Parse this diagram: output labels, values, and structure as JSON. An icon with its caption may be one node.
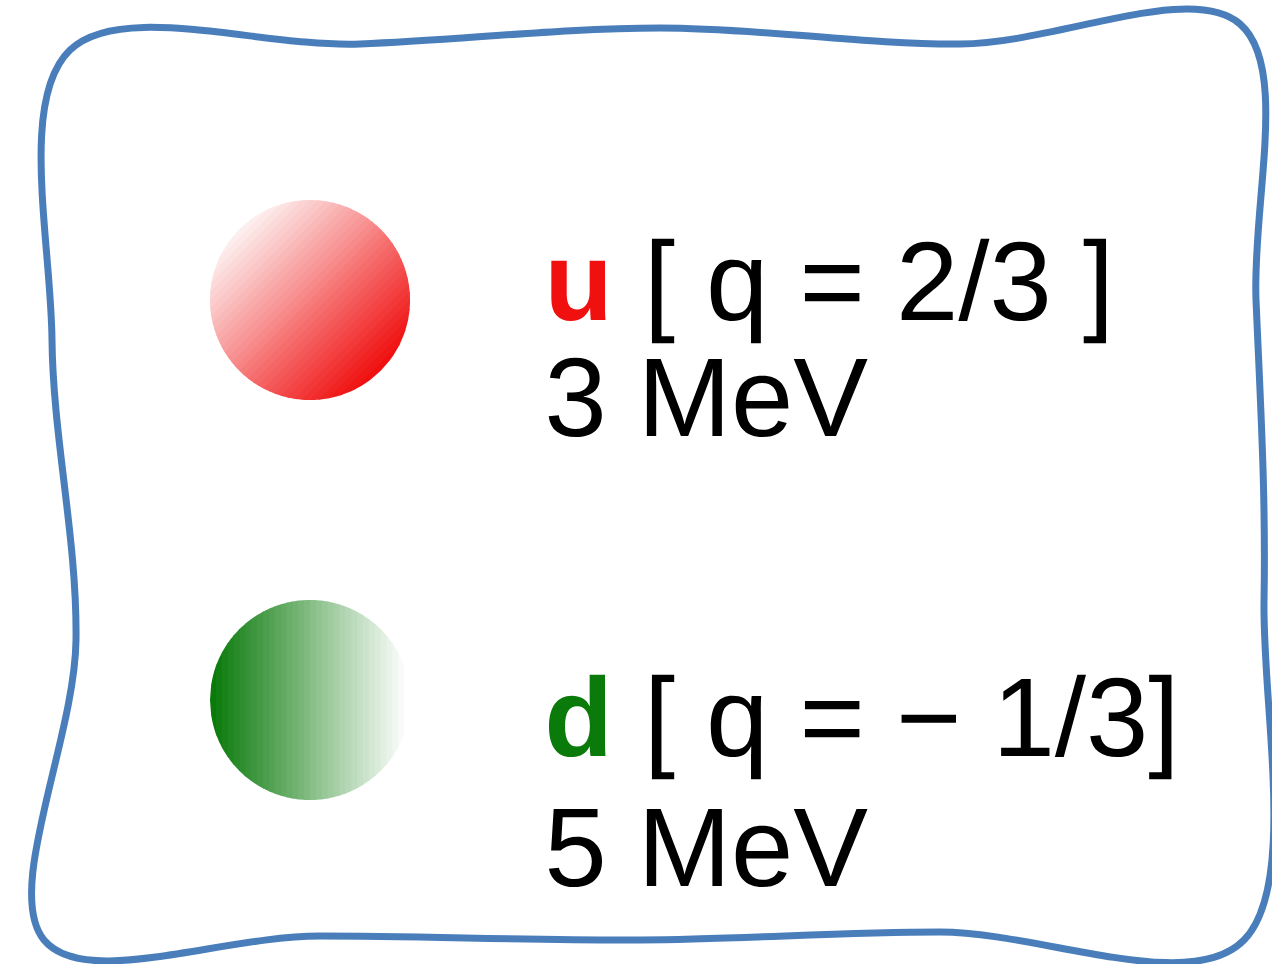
{
  "diagram": {
    "nodes": [
      {
        "text": [],
        "shape": "box"
      },
      {
        "text": [],
        "shape": "circle",
        "in": 0,
        "beside": [
          "u",
          "[ q = 2/3 ]",
          "3 MeV"
        ]
      },
      {
        "text": [],
        "shape": "circle",
        "in": 0,
        "beside": [
          "d",
          "[ q = − 1/3]",
          "5 MeV"
        ]
      }
    ],
    "edges": []
  }
}
